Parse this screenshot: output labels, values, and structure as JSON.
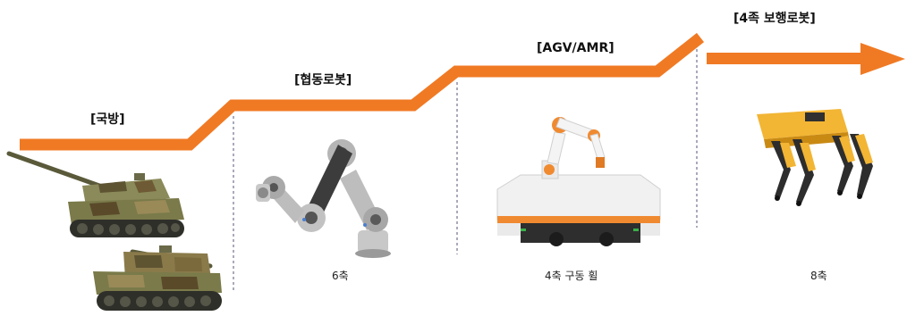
{
  "stages": [
    {
      "id": "defense",
      "label": "[국방]",
      "caption": ""
    },
    {
      "id": "cobot",
      "label": "[협동로봇]",
      "caption": "6축"
    },
    {
      "id": "agv",
      "label": "[AGV/AMR]",
      "caption": "4축 구동 휠"
    },
    {
      "id": "quadruped",
      "label": "[4족 보행로봇]",
      "caption": "8축"
    }
  ],
  "colors": {
    "arrow": "#f07a24",
    "divider": "#555577"
  }
}
